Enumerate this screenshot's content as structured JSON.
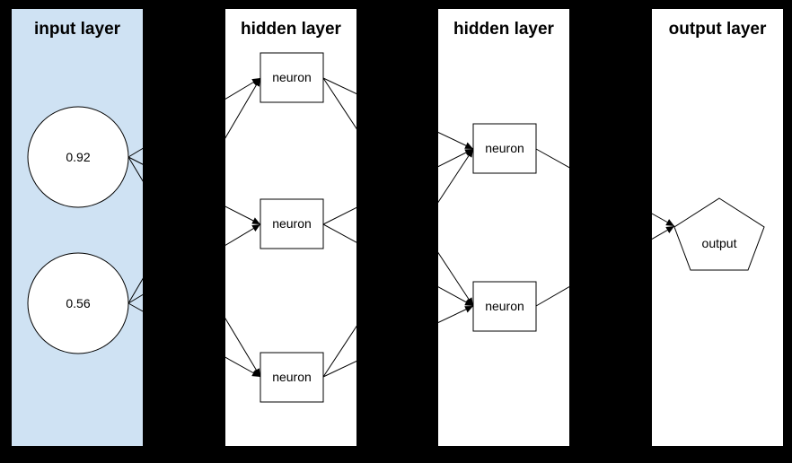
{
  "diagram": {
    "type": "neural-network",
    "background": "#000000"
  },
  "colors": {
    "background": "#000000",
    "input_panel_fill": "#cfe2f3",
    "panel_fill": "#ffffff",
    "node_fill": "#ffffff",
    "stroke": "#000000",
    "text": "#000000"
  },
  "layers": [
    {
      "id": "input",
      "title": "input layer",
      "nodes": [
        {
          "id": "input-1",
          "shape": "circle",
          "label": "0.92"
        },
        {
          "id": "input-2",
          "shape": "circle",
          "label": "0.56"
        }
      ]
    },
    {
      "id": "hidden-1",
      "title": "hidden layer",
      "nodes": [
        {
          "id": "h1-1",
          "shape": "rect",
          "label": "neuron"
        },
        {
          "id": "h1-2",
          "shape": "rect",
          "label": "neuron"
        },
        {
          "id": "h1-3",
          "shape": "rect",
          "label": "neuron"
        }
      ]
    },
    {
      "id": "hidden-2",
      "title": "hidden layer",
      "nodes": [
        {
          "id": "h2-1",
          "shape": "rect",
          "label": "neuron"
        },
        {
          "id": "h2-2",
          "shape": "rect",
          "label": "neuron"
        }
      ]
    },
    {
      "id": "output",
      "title": "output layer",
      "nodes": [
        {
          "id": "output-1",
          "shape": "pentagon",
          "label": "output"
        }
      ]
    }
  ],
  "edges": [
    {
      "from": "input-1",
      "to": "h1-1"
    },
    {
      "from": "input-1",
      "to": "h1-2"
    },
    {
      "from": "input-1",
      "to": "h1-3"
    },
    {
      "from": "input-2",
      "to": "h1-1"
    },
    {
      "from": "input-2",
      "to": "h1-2"
    },
    {
      "from": "input-2",
      "to": "h1-3"
    },
    {
      "from": "h1-1",
      "to": "h2-1"
    },
    {
      "from": "h1-1",
      "to": "h2-2"
    },
    {
      "from": "h1-2",
      "to": "h2-1"
    },
    {
      "from": "h1-2",
      "to": "h2-2"
    },
    {
      "from": "h1-3",
      "to": "h2-1"
    },
    {
      "from": "h1-3",
      "to": "h2-2"
    },
    {
      "from": "h2-1",
      "to": "output-1"
    },
    {
      "from": "h2-2",
      "to": "output-1"
    }
  ]
}
